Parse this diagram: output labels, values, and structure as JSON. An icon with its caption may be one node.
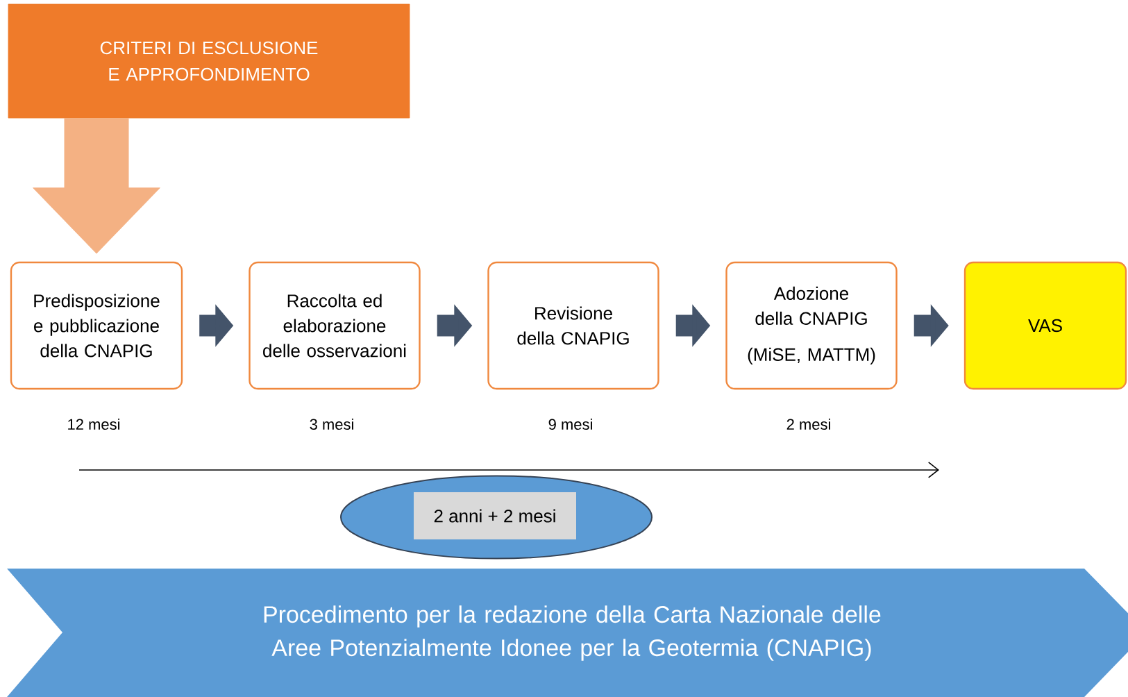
{
  "diagram": {
    "nodes": [
      {
        "text": [
          "CRITERI DI ESCLUSIONE E APPROFONDIMENTO"
        ]
      },
      {
        "text": [
          "Predisposizione e pubblicazione della CNAPIG"
        ],
        "beside": [
          "12 mesi"
        ]
      },
      {
        "text": [
          "Raccolta ed elaborazione delle osservazioni"
        ],
        "beside": [
          "3 mesi"
        ]
      },
      {
        "text": [
          "Revisione della CNAPIG"
        ],
        "beside": [
          "9 mesi"
        ]
      },
      {
        "text": [
          "Adozione della CNAPIG",
          "(MiSE, MATTM)"
        ],
        "beside": [
          "2 mesi"
        ]
      },
      {
        "text": [
          "VAS"
        ]
      },
      {
        "text": [
          "2 anni + 2 mesi"
        ]
      },
      {
        "text": [
          "Procedimento per la redazione della Carta Nazionale delle Aree Potenzialmente Idonee per la Geotermia (CNAPIG)"
        ]
      }
    ],
    "edges": [
      {
        "from": 0,
        "to": 1,
        "arrow": "to",
        "style": "thick",
        "color": "#f4b183"
      },
      {
        "from": 1,
        "to": 2,
        "arrow": "to"
      },
      {
        "from": 2,
        "to": 3,
        "arrow": "to"
      },
      {
        "from": 3,
        "to": 4,
        "arrow": "to"
      },
      {
        "from": 4,
        "to": 5,
        "arrow": "to"
      }
    ]
  }
}
